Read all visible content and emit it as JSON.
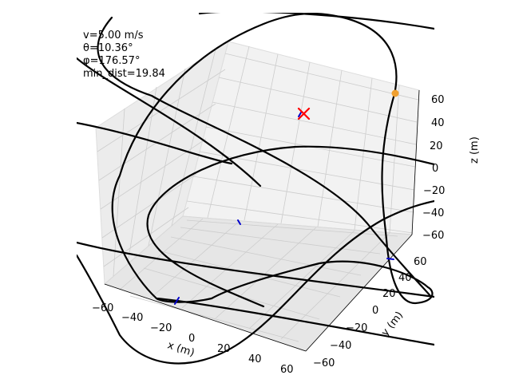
{
  "info": {
    "speed": "v=5.00 m/s",
    "theta": "θ=10.36°",
    "phi": "φ=176.57°",
    "min_dist": "min_dist=19.84"
  },
  "chart_data": {
    "type": "line3d",
    "title": "",
    "xlabel": "x (m)",
    "ylabel": "y (m)",
    "zlabel": "z (m)",
    "xlim": [
      -70,
      70
    ],
    "ylim": [
      -70,
      70
    ],
    "zlim": [
      -70,
      70
    ],
    "x_ticks": [
      "−60",
      "−40",
      "−20",
      "0",
      "20",
      "40",
      "60"
    ],
    "y_ticks": [
      "−60",
      "−40",
      "−20",
      "0",
      "20",
      "40",
      "60"
    ],
    "z_ticks": [
      "−60",
      "−40",
      "−20",
      "0",
      "20",
      "40",
      "60"
    ],
    "grid": true,
    "target_marker": {
      "symbol": "x",
      "color": "#ff0000"
    },
    "start_marker": {
      "symbol": "circle",
      "color": "#f0a030"
    },
    "trajectory_color": "#000000",
    "segment_color": "#0000cc"
  },
  "colors": {
    "pane": "#f2f2f2",
    "pane_dark": "#e6e6e6",
    "grid": "#cccccc",
    "trajectory": "#000000",
    "target": "#ff0000",
    "start": "#f0a030"
  }
}
